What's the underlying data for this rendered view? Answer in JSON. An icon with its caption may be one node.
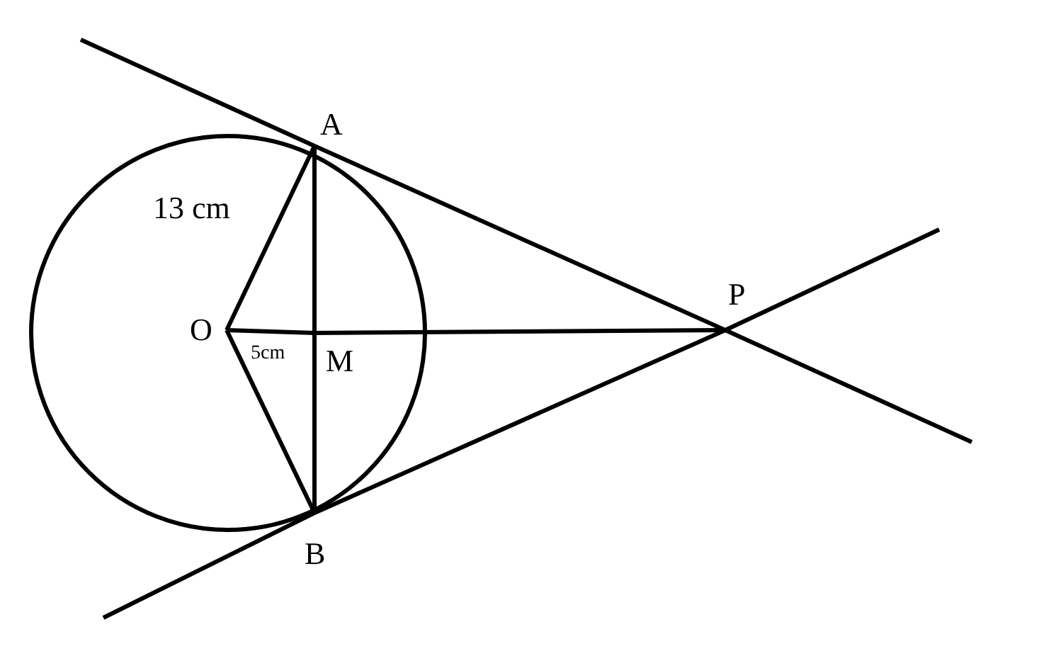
{
  "diagram": {
    "nodes": [
      {
        "text": [
          "A"
        ]
      },
      {
        "text": [
          "O"
        ]
      },
      {
        "text": [
          "M"
        ]
      },
      {
        "text": [
          "P"
        ]
      },
      {
        "text": [
          "B"
        ]
      }
    ],
    "edges": [
      {
        "from": 1,
        "to": 0,
        "arrow": "none",
        "label": "13 cm"
      },
      {
        "from": 1,
        "to": 4,
        "arrow": "none"
      },
      {
        "from": 1,
        "to": 2,
        "arrow": "none",
        "label": "5cm"
      },
      {
        "from": 2,
        "to": 3,
        "arrow": "none"
      },
      {
        "from": 0,
        "to": 2,
        "arrow": "none"
      },
      {
        "from": 2,
        "to": 4,
        "arrow": "none"
      },
      {
        "from": 0,
        "to": 3,
        "arrow": "none"
      },
      {
        "from": 4,
        "to": 3,
        "arrow": "none"
      }
    ]
  }
}
